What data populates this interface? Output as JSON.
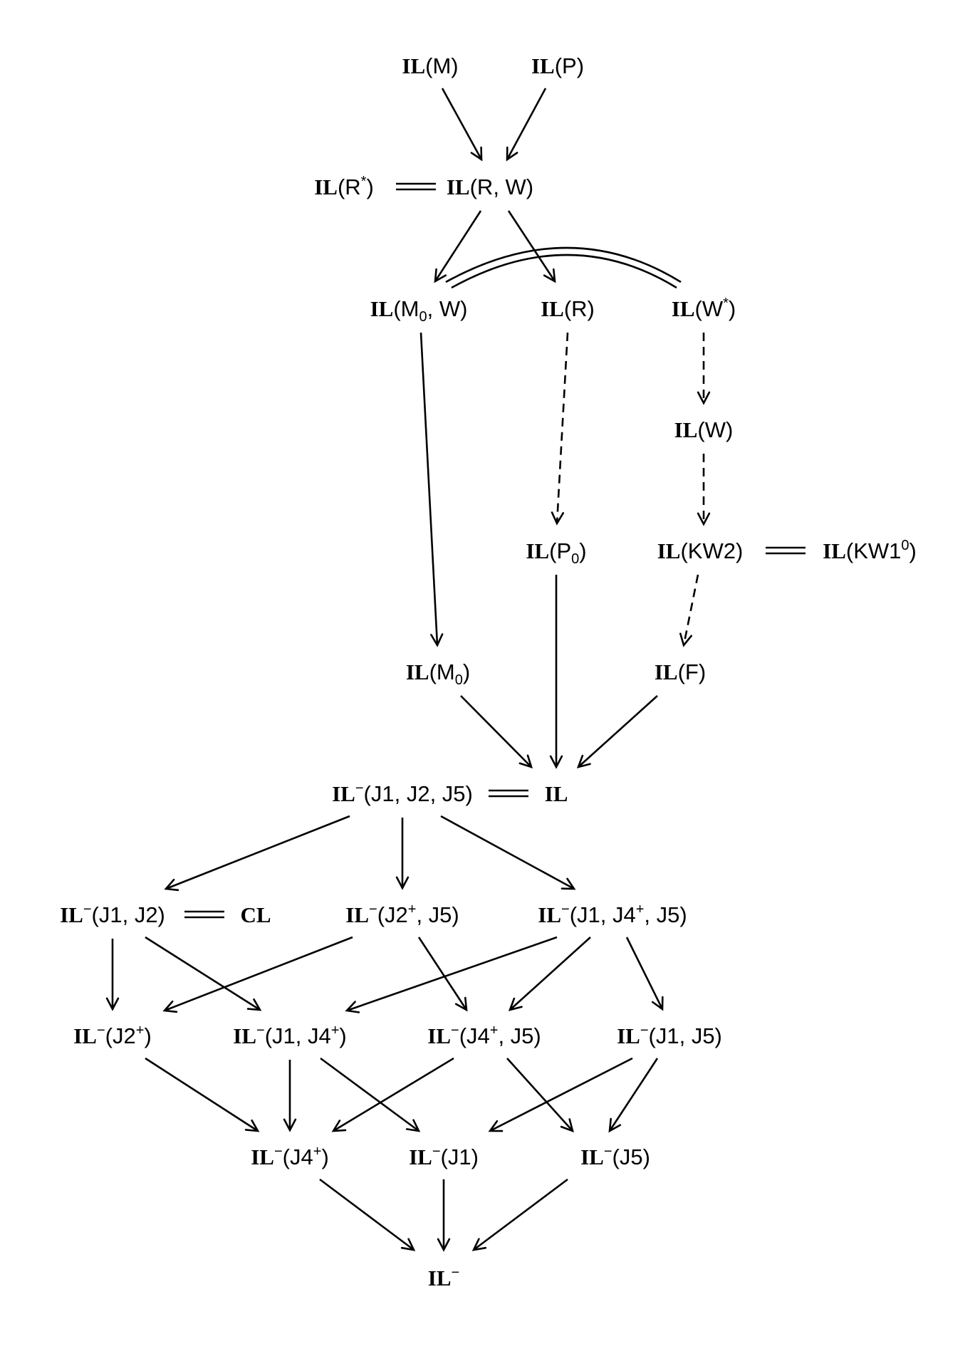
{
  "diagram": {
    "nodes": [
      {
        "id": "IL_M",
        "label": [
          {
            "t": "IL",
            "s": "il"
          },
          {
            "t": "(M)",
            "s": "arg"
          }
        ]
      },
      {
        "id": "IL_P",
        "label": [
          {
            "t": "IL",
            "s": "il"
          },
          {
            "t": "(P)",
            "s": "arg"
          }
        ]
      },
      {
        "id": "IL_Rstar",
        "label": [
          {
            "t": "IL",
            "s": "il"
          },
          {
            "t": "(R",
            "s": "arg"
          },
          {
            "t": "*",
            "s": "sup"
          },
          {
            "t": ")",
            "s": "arg"
          }
        ]
      },
      {
        "id": "IL_RW",
        "label": [
          {
            "t": "IL",
            "s": "il"
          },
          {
            "t": "(R, W)",
            "s": "arg"
          }
        ]
      },
      {
        "id": "IL_M0W",
        "label": [
          {
            "t": "IL",
            "s": "il"
          },
          {
            "t": "(M",
            "s": "arg"
          },
          {
            "t": "0",
            "s": "sub"
          },
          {
            "t": ", W)",
            "s": "arg"
          }
        ]
      },
      {
        "id": "IL_R",
        "label": [
          {
            "t": "IL",
            "s": "il"
          },
          {
            "t": "(R)",
            "s": "arg"
          }
        ]
      },
      {
        "id": "IL_Wstar",
        "label": [
          {
            "t": "IL",
            "s": "il"
          },
          {
            "t": "(W",
            "s": "arg"
          },
          {
            "t": "*",
            "s": "sup"
          },
          {
            "t": ")",
            "s": "arg"
          }
        ]
      },
      {
        "id": "IL_W",
        "label": [
          {
            "t": "IL",
            "s": "il"
          },
          {
            "t": "(W)",
            "s": "arg"
          }
        ]
      },
      {
        "id": "IL_P0",
        "label": [
          {
            "t": "IL",
            "s": "il"
          },
          {
            "t": "(P",
            "s": "arg"
          },
          {
            "t": "0",
            "s": "sub"
          },
          {
            "t": ")",
            "s": "arg"
          }
        ]
      },
      {
        "id": "IL_KW2",
        "label": [
          {
            "t": "IL",
            "s": "il"
          },
          {
            "t": "(KW2)",
            "s": "arg"
          }
        ]
      },
      {
        "id": "IL_KW10",
        "label": [
          {
            "t": "IL",
            "s": "il"
          },
          {
            "t": "(KW1",
            "s": "arg"
          },
          {
            "t": "0",
            "s": "sup"
          },
          {
            "t": ")",
            "s": "arg"
          }
        ]
      },
      {
        "id": "IL_M0",
        "label": [
          {
            "t": "IL",
            "s": "il"
          },
          {
            "t": "(M",
            "s": "arg"
          },
          {
            "t": "0",
            "s": "sub"
          },
          {
            "t": ")",
            "s": "arg"
          }
        ]
      },
      {
        "id": "IL_F",
        "label": [
          {
            "t": "IL",
            "s": "il"
          },
          {
            "t": "(F)",
            "s": "arg"
          }
        ]
      },
      {
        "id": "ILm_J1J2J5",
        "label": [
          {
            "t": "IL",
            "s": "il"
          },
          {
            "t": "−",
            "s": "sup"
          },
          {
            "t": "(J1, J2, J5)",
            "s": "arg"
          }
        ]
      },
      {
        "id": "IL",
        "label": [
          {
            "t": "IL",
            "s": "il"
          }
        ]
      },
      {
        "id": "ILm_J1J2",
        "label": [
          {
            "t": "IL",
            "s": "il"
          },
          {
            "t": "−",
            "s": "sup"
          },
          {
            "t": "(J1, J2)",
            "s": "arg"
          }
        ]
      },
      {
        "id": "CL",
        "label": [
          {
            "t": "CL",
            "s": "il"
          }
        ]
      },
      {
        "id": "ILm_J2pJ5",
        "label": [
          {
            "t": "IL",
            "s": "il"
          },
          {
            "t": "−",
            "s": "sup"
          },
          {
            "t": "(J2",
            "s": "arg"
          },
          {
            "t": "+",
            "s": "sup"
          },
          {
            "t": ", J5)",
            "s": "arg"
          }
        ]
      },
      {
        "id": "ILm_J1J4pJ5",
        "label": [
          {
            "t": "IL",
            "s": "il"
          },
          {
            "t": "−",
            "s": "sup"
          },
          {
            "t": "(J1, J4",
            "s": "arg"
          },
          {
            "t": "+",
            "s": "sup"
          },
          {
            "t": ", J5)",
            "s": "arg"
          }
        ]
      },
      {
        "id": "ILm_J2p",
        "label": [
          {
            "t": "IL",
            "s": "il"
          },
          {
            "t": "−",
            "s": "sup"
          },
          {
            "t": "(J2",
            "s": "arg"
          },
          {
            "t": "+",
            "s": "sup"
          },
          {
            "t": ")",
            "s": "arg"
          }
        ]
      },
      {
        "id": "ILm_J1J4p",
        "label": [
          {
            "t": "IL",
            "s": "il"
          },
          {
            "t": "−",
            "s": "sup"
          },
          {
            "t": "(J1, J4",
            "s": "arg"
          },
          {
            "t": "+",
            "s": "sup"
          },
          {
            "t": ")",
            "s": "arg"
          }
        ]
      },
      {
        "id": "ILm_J4pJ5",
        "label": [
          {
            "t": "IL",
            "s": "il"
          },
          {
            "t": "−",
            "s": "sup"
          },
          {
            "t": "(J4",
            "s": "arg"
          },
          {
            "t": "+",
            "s": "sup"
          },
          {
            "t": ", J5)",
            "s": "arg"
          }
        ]
      },
      {
        "id": "ILm_J1J5",
        "label": [
          {
            "t": "IL",
            "s": "il"
          },
          {
            "t": "−",
            "s": "sup"
          },
          {
            "t": "(J1, J5)",
            "s": "arg"
          }
        ]
      },
      {
        "id": "ILm_J4p",
        "label": [
          {
            "t": "IL",
            "s": "il"
          },
          {
            "t": "−",
            "s": "sup"
          },
          {
            "t": "(J4",
            "s": "arg"
          },
          {
            "t": "+",
            "s": "sup"
          },
          {
            "t": ")",
            "s": "arg"
          }
        ]
      },
      {
        "id": "ILm_J1",
        "label": [
          {
            "t": "IL",
            "s": "il"
          },
          {
            "t": "−",
            "s": "sup"
          },
          {
            "t": "(J1)",
            "s": "arg"
          }
        ]
      },
      {
        "id": "ILm_J5",
        "label": [
          {
            "t": "IL",
            "s": "il"
          },
          {
            "t": "−",
            "s": "sup"
          },
          {
            "t": "(J5)",
            "s": "arg"
          }
        ]
      },
      {
        "id": "ILm",
        "label": [
          {
            "t": "IL",
            "s": "il"
          },
          {
            "t": "−",
            "s": "sup"
          }
        ]
      }
    ],
    "arrows": [
      {
        "from": "IL_M",
        "to": "IL_RW",
        "style": "solid"
      },
      {
        "from": "IL_P",
        "to": "IL_RW",
        "style": "solid"
      },
      {
        "from": "IL_RW",
        "to": "IL_M0W",
        "style": "solid"
      },
      {
        "from": "IL_RW",
        "to": "IL_R",
        "style": "solid"
      },
      {
        "from": "IL_M0W",
        "to": "IL_M0",
        "style": "solid"
      },
      {
        "from": "IL_R",
        "to": "IL_P0",
        "style": "dashed"
      },
      {
        "from": "IL_Wstar",
        "to": "IL_W",
        "style": "dashed"
      },
      {
        "from": "IL_W",
        "to": "IL_KW2",
        "style": "dashed"
      },
      {
        "from": "IL_KW2",
        "to": "IL_F",
        "style": "dashed"
      },
      {
        "from": "IL_P0",
        "to": "IL",
        "style": "solid"
      },
      {
        "from": "IL_M0",
        "to": "IL",
        "style": "solid"
      },
      {
        "from": "IL_F",
        "to": "IL",
        "style": "solid"
      },
      {
        "from": "ILm_J1J2J5",
        "to": "ILm_J1J2",
        "style": "solid"
      },
      {
        "from": "ILm_J1J2J5",
        "to": "ILm_J2pJ5",
        "style": "solid"
      },
      {
        "from": "ILm_J1J2J5",
        "to": "ILm_J1J4pJ5",
        "style": "solid"
      },
      {
        "from": "ILm_J1J2",
        "to": "ILm_J2p",
        "style": "solid"
      },
      {
        "from": "ILm_J1J2",
        "to": "ILm_J1J4p",
        "style": "solid"
      },
      {
        "from": "ILm_J2pJ5",
        "to": "ILm_J2p",
        "style": "solid"
      },
      {
        "from": "ILm_J2pJ5",
        "to": "ILm_J4pJ5",
        "style": "solid"
      },
      {
        "from": "ILm_J1J4pJ5",
        "to": "ILm_J1J4p",
        "style": "solid"
      },
      {
        "from": "ILm_J1J4pJ5",
        "to": "ILm_J4pJ5",
        "style": "solid"
      },
      {
        "from": "ILm_J1J4pJ5",
        "to": "ILm_J1J5",
        "style": "solid"
      },
      {
        "from": "ILm_J2p",
        "to": "ILm_J4p",
        "style": "solid"
      },
      {
        "from": "ILm_J1J4p",
        "to": "ILm_J4p",
        "style": "solid"
      },
      {
        "from": "ILm_J1J4p",
        "to": "ILm_J1",
        "style": "solid"
      },
      {
        "from": "ILm_J4pJ5",
        "to": "ILm_J4p",
        "style": "solid"
      },
      {
        "from": "ILm_J4pJ5",
        "to": "ILm_J5",
        "style": "solid"
      },
      {
        "from": "ILm_J1J5",
        "to": "ILm_J1",
        "style": "solid"
      },
      {
        "from": "ILm_J1J5",
        "to": "ILm_J5",
        "style": "solid"
      },
      {
        "from": "ILm_J4p",
        "to": "ILm",
        "style": "solid"
      },
      {
        "from": "ILm_J1",
        "to": "ILm",
        "style": "solid"
      },
      {
        "from": "ILm_J5",
        "to": "ILm",
        "style": "solid"
      }
    ],
    "equalities": [
      {
        "a": "IL_Rstar",
        "b": "IL_RW",
        "style": "straight"
      },
      {
        "a": "IL_KW2",
        "b": "IL_KW10",
        "style": "straight"
      },
      {
        "a": "ILm_J1J2J5",
        "b": "IL",
        "style": "straight"
      },
      {
        "a": "ILm_J1J2",
        "b": "CL",
        "style": "straight"
      },
      {
        "a": "IL_M0W",
        "b": "IL_Wstar",
        "style": "arc"
      }
    ]
  }
}
